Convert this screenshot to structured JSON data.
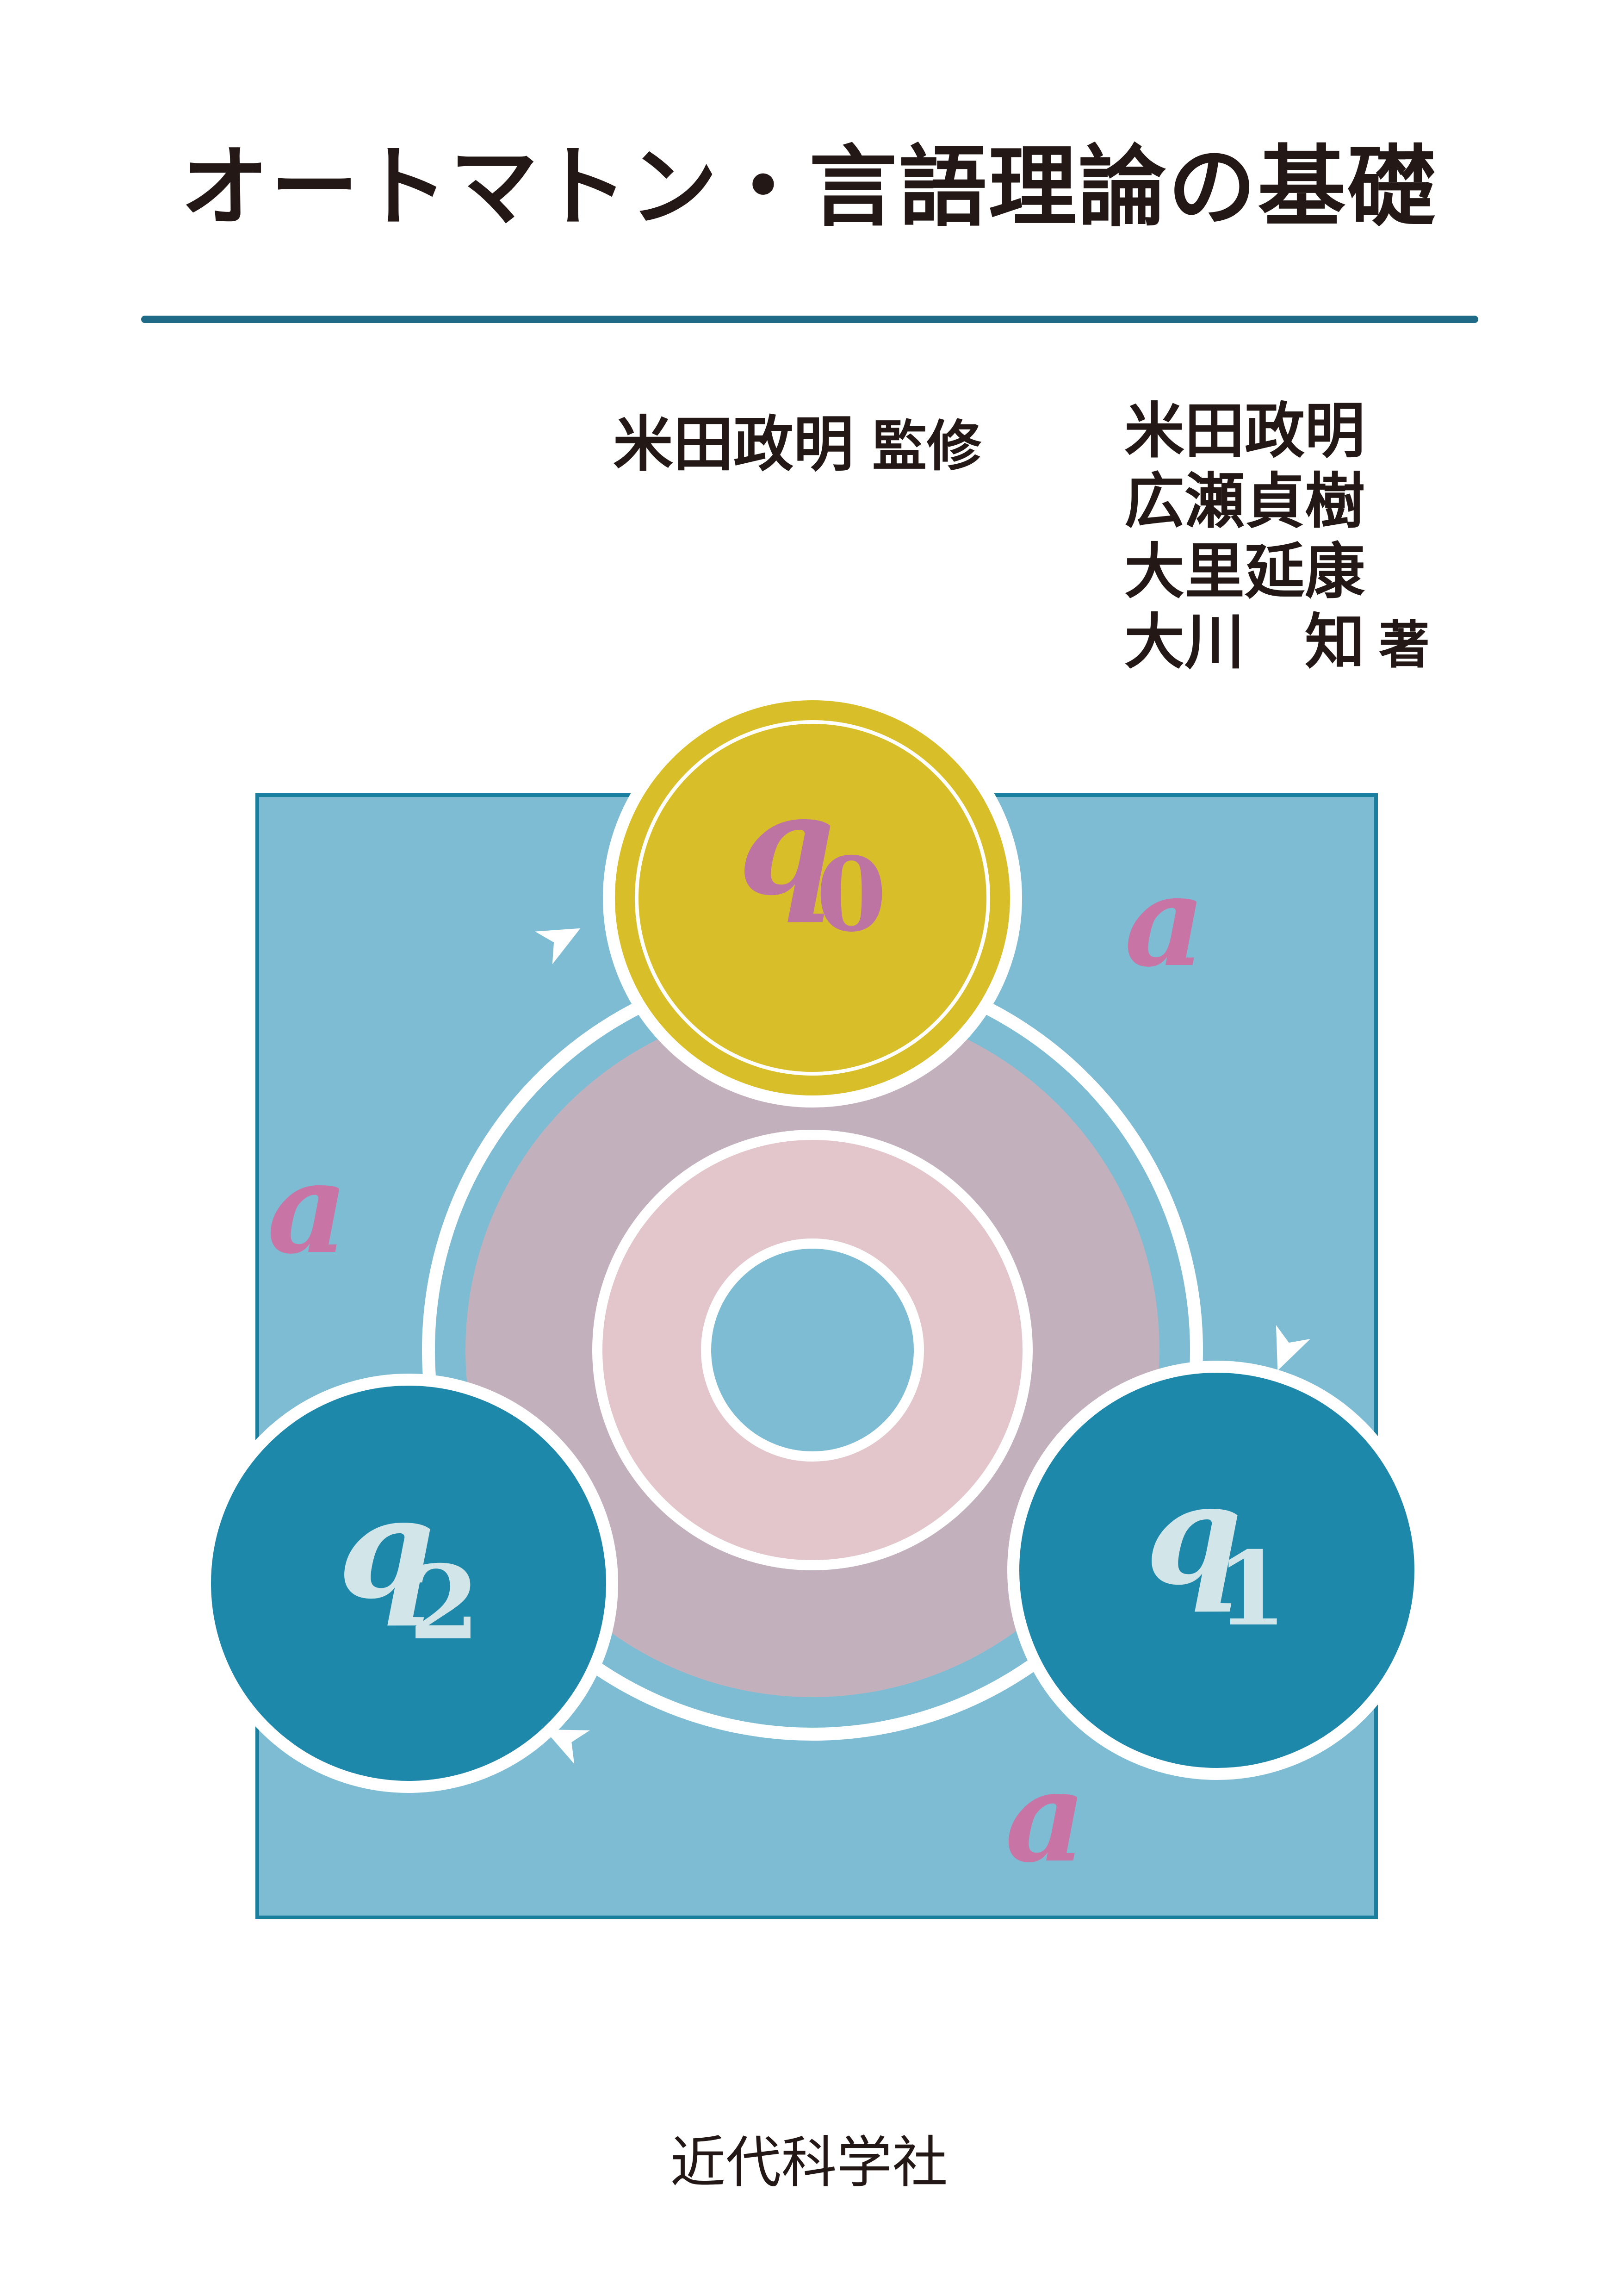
{
  "cover": {
    "title": "オートマトン・言語理論の基礎",
    "supervisor_name": "米田政明",
    "supervisor_role": "監修",
    "authors": [
      "米田政明",
      "広瀬貞樹",
      "大里延康",
      "大川　知"
    ],
    "authors_role": "著",
    "publisher": "近代科学社"
  },
  "diagram": {
    "states": [
      {
        "id": "q0",
        "symbol": "q",
        "subscript": "0"
      },
      {
        "id": "q1",
        "symbol": "q",
        "subscript": "1"
      },
      {
        "id": "q2",
        "symbol": "q",
        "subscript": "2"
      }
    ],
    "transitions": [
      {
        "from": "q0",
        "to": "q1",
        "label": "a"
      },
      {
        "from": "q1",
        "to": "q2",
        "label": "a"
      },
      {
        "from": "q2",
        "to": "q0",
        "label": "a"
      }
    ]
  },
  "colors": {
    "rule": "#1f6a86",
    "background_panel": "#7dbcd2",
    "panel_border": "#1a7f9e",
    "outer_ring": "#c2b1bd",
    "inner_ring": "#e3c6cb",
    "q0_fill": "#d8bf2a",
    "q1_q2_fill": "#1d88aa",
    "q0_label": "#bd74a2",
    "q1_q2_label": "#d2e6ea",
    "transition_label": "#c875a6",
    "arrow": "#ffffff"
  }
}
